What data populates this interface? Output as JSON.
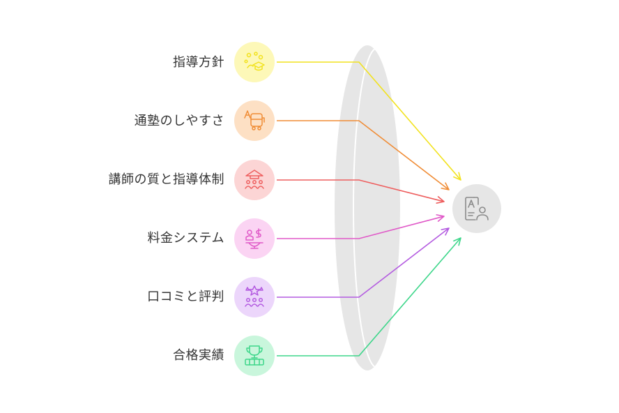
{
  "factors": [
    {
      "label": "指導方針",
      "color": "#f2e21d",
      "bg": "#fdf8b8",
      "icon": "graduation-icon"
    },
    {
      "label": "通塾のしやすさ",
      "color": "#f08c35",
      "bg": "#fde0c4",
      "icon": "bus-icon"
    },
    {
      "label": "講師の質と指導体制",
      "color": "#ee5e5e",
      "bg": "#fcd5d5",
      "icon": "teacher-group-icon"
    },
    {
      "label": "料金システム",
      "color": "#e059c8",
      "bg": "#fbd4f3",
      "icon": "price-scale-icon"
    },
    {
      "label": "口コミと評判",
      "color": "#b35ae0",
      "bg": "#ecd6fb",
      "icon": "review-stars-icon"
    },
    {
      "label": "合格実績",
      "color": "#3dd68a",
      "bg": "#c9f6dc",
      "icon": "trophy-icon"
    }
  ],
  "target": {
    "icon": "student-card-icon",
    "bg": "#e6e6e6",
    "stroke": "#8a8a8a"
  },
  "lens": {
    "fill": "#e6e6e6"
  }
}
